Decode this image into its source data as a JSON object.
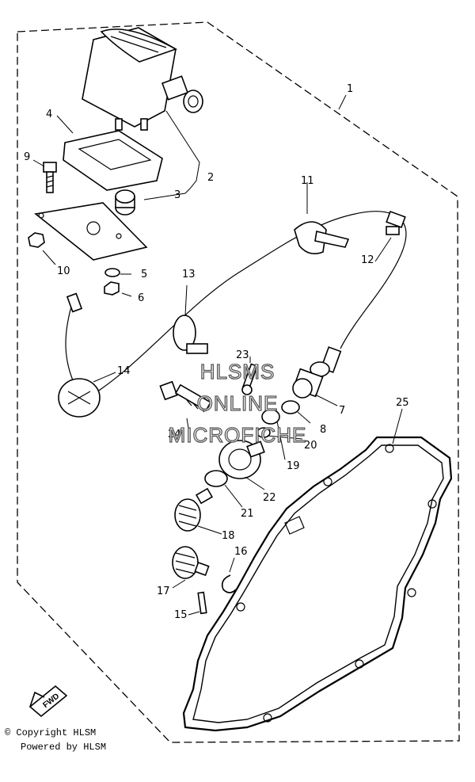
{
  "callouts": {
    "c1": "1",
    "c2": "2",
    "c3": "3",
    "c4": "4",
    "c5": "5",
    "c6": "6",
    "c7": "7",
    "c8": "8",
    "c9": "9",
    "c10": "10",
    "c11": "11",
    "c12": "12",
    "c13": "13",
    "c14": "14",
    "c15": "15",
    "c16": "16",
    "c17": "17",
    "c18": "18",
    "c19": "19",
    "c20": "20",
    "c21": "21",
    "c22": "22",
    "c23": "23",
    "c24": "24",
    "c25": "25"
  },
  "watermark": {
    "line1": "HLSMS",
    "line2": "ONLINE",
    "line3": "MICROFICHE"
  },
  "fwd_label": "FWD",
  "footer": {
    "copyright": "© Copyright HLSM",
    "powered": "Powered by HLSM"
  }
}
